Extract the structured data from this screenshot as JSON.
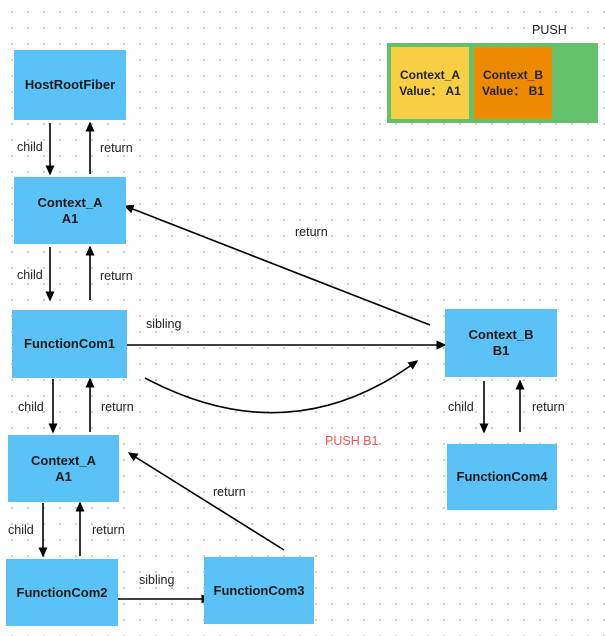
{
  "nodes": {
    "host_root": [
      "HostRootFiber"
    ],
    "context_a_top": [
      "Context_A",
      "A1"
    ],
    "function_com1": [
      "FunctionCom1"
    ],
    "context_b": [
      "Context_B",
      "B1"
    ],
    "function_com4": [
      "FunctionCom4"
    ],
    "context_a_mid": [
      "Context_A",
      "A1"
    ],
    "function_com2": [
      "FunctionCom2"
    ],
    "function_com3": [
      "FunctionCom3"
    ]
  },
  "edges": {
    "child": "child",
    "return": "return",
    "sibling": "sibling"
  },
  "annotations": {
    "push_b1": "PUSH B1",
    "push_title": "PUSH"
  },
  "stack": {
    "items": [
      {
        "name": "Context_A",
        "value": "Value： A1"
      },
      {
        "name": "Context_B",
        "value": "Value： B1"
      }
    ]
  },
  "colors": {
    "node": "#5bc2f7",
    "stack_bg": "#63c06b",
    "stack_a": "#f6cf45",
    "stack_b": "#ee8a00",
    "annotation": "#f0544f"
  }
}
